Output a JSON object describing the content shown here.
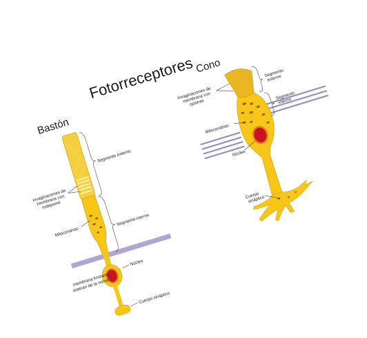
{
  "title": "Fotorreceptores",
  "rod": {
    "heading": "Bastón",
    "labels": {
      "outer_segment": "Segmento externo",
      "invaginations_1": "invaginaciones de",
      "invaginations_2": "membrana con",
      "invaginations_3": "rodopsina",
      "inner_segment": "Segmento interno",
      "mitochondria": "Mitocondrias",
      "nucleus": "Núcleo",
      "membrane_1": "membrana limitante",
      "membrane_2": "esteran de la retina",
      "synaptic": "Cuerpo sináptico"
    }
  },
  "cone": {
    "heading": "Cono",
    "labels": {
      "outer_segment_1": "Segmento",
      "outer_segment_2": "externo",
      "inner_segment_1": "Segmento",
      "inner_segment_2": "interno",
      "invaginations_1": "Invaginaciones de",
      "invaginations_2": "membrana con",
      "invaginations_3": "opsinas",
      "mitochondria": "Mitocondrias",
      "nucleus": "Núcleo",
      "synaptic_1": "Cuerpo",
      "synaptic_2": "sináptico"
    }
  },
  "colors": {
    "cell": "#f6c619",
    "cell_dark": "#e2a30c",
    "stripe": "#fbe07a",
    "nucleus": "#c8141e",
    "nucleus_ring": "#f07a18",
    "mito": "#a0641a",
    "membrane": "#9b8ec4",
    "line": "#444444"
  }
}
